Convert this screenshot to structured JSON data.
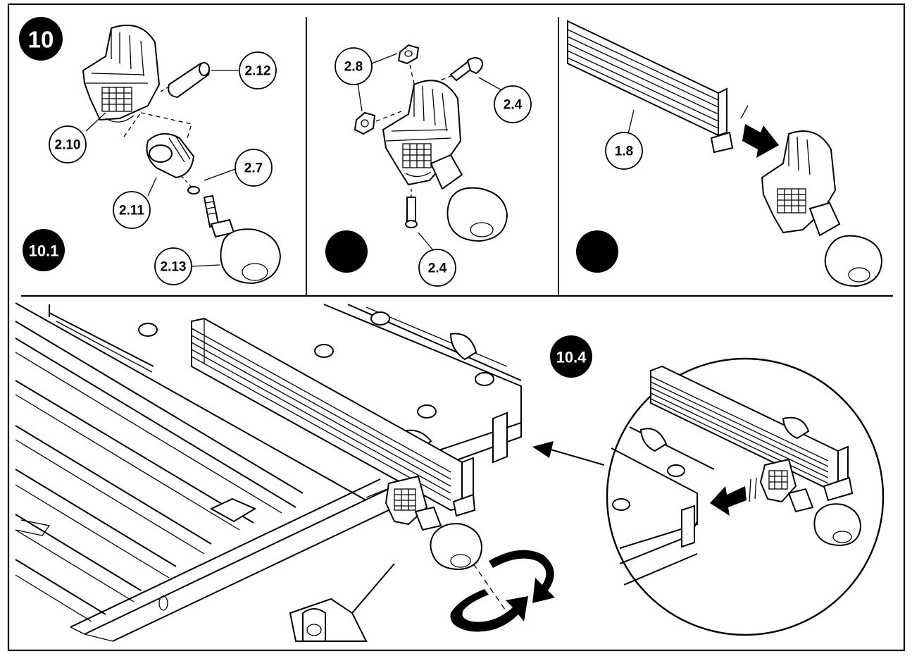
{
  "steps": {
    "main": "10",
    "sub1": "10.1",
    "sub2": "",
    "sub3": "",
    "sub4": "10.4"
  },
  "callouts": {
    "p1_a": "2.12",
    "p1_b": "2.10",
    "p1_c": "2.7",
    "p1_d": "2.11",
    "p1_e": "2.13",
    "p2_a": "2.8",
    "p2_b": "2.4",
    "p2_c": "2.4",
    "p3_a": "1.8"
  },
  "icons": [
    "rotate-arrows-icon",
    "push-arrow-icon",
    "pointer-arrow-icon"
  ],
  "colors": {
    "ink": "#000000",
    "paper": "#ffffff"
  }
}
